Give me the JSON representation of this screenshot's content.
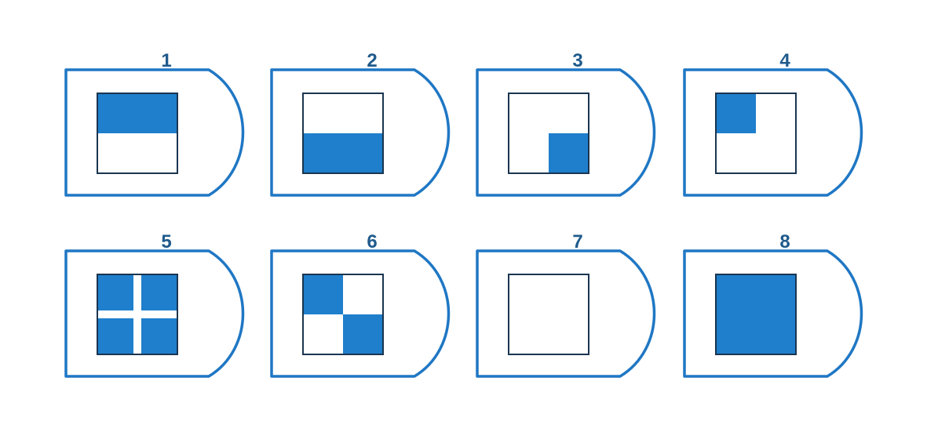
{
  "colors": {
    "outline": "#1f77c4",
    "fill": "#1f7fcc",
    "number": "#1f5a8c",
    "background": "#ffffff"
  },
  "cards": [
    {
      "number": "1",
      "pattern": "top-half-filled"
    },
    {
      "number": "2",
      "pattern": "bottom-half-filled"
    },
    {
      "number": "3",
      "pattern": "bottom-right-quarter-filled"
    },
    {
      "number": "4",
      "pattern": "top-left-quarter-filled"
    },
    {
      "number": "5",
      "pattern": "filled-with-white-cross"
    },
    {
      "number": "6",
      "pattern": "diagonal-quarters-filled"
    },
    {
      "number": "7",
      "pattern": "empty"
    },
    {
      "number": "8",
      "pattern": "fully-filled"
    }
  ]
}
